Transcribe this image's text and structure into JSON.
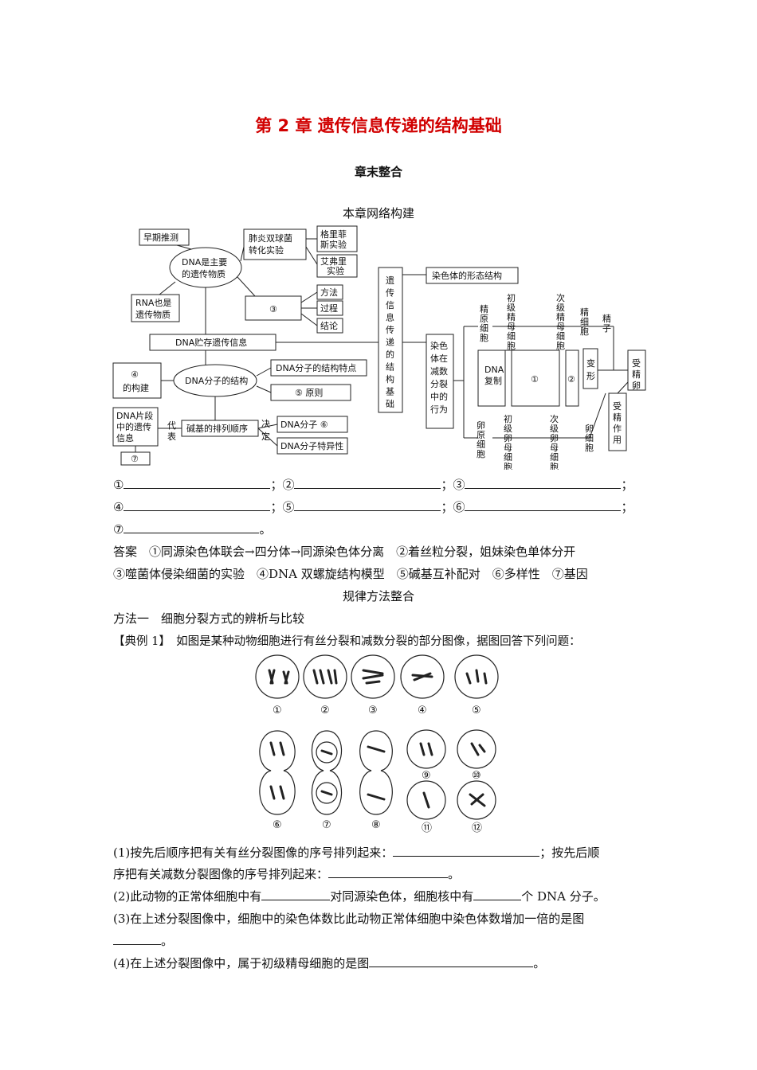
{
  "header": {
    "title": "第 2 章  遗传信息传递的结构基础",
    "subtitle": "章末整合",
    "network_heading": "本章网络构建",
    "method_heading": "规律方法整合"
  },
  "diagram": {
    "early": "早期推测",
    "dna_main": [
      "DNA是主要",
      "的遗传物质"
    ],
    "pneumo": [
      "肺炎双球菌",
      "转化实验"
    ],
    "griffith": [
      "格里菲",
      "斯实验"
    ],
    "avery": [
      "艾弗里",
      "实验"
    ],
    "rna": [
      "RNA也是",
      "遗传物质"
    ],
    "blank3": "③",
    "method": "方法",
    "process": "过程",
    "conclusion": "结论",
    "dna_store": "DNA贮存遗传信息",
    "blank4": [
      "④",
      "的构建"
    ],
    "dna_struct": "DNA分子的结构",
    "dna_feature": "DNA分子的结构特点",
    "blank5": "⑤  原则",
    "dna_fragment": [
      "DNA片段",
      "中的遗传",
      "信息"
    ],
    "blank7": "⑦",
    "represent": [
      "代",
      "表"
    ],
    "base_order": "碱基的排列顺序",
    "decide": [
      "决",
      "定"
    ],
    "dna_mol6": "DNA分子  ⑥",
    "dna_spec": "DNA分子特异性",
    "central": [
      "遗",
      "传",
      "信",
      "息",
      "传",
      "递",
      "的",
      "结",
      "构",
      "基",
      "础"
    ],
    "chrom_form": "染色体的形态结构",
    "meiosis_behav": [
      "染色",
      "体在",
      "减数",
      "分裂",
      "中的",
      "行为"
    ],
    "spermatogonia": [
      "精",
      "原",
      "细",
      "胞"
    ],
    "primary_sperm": [
      "初",
      "级",
      "精",
      "母",
      "细",
      "胞"
    ],
    "secondary_sperm": [
      "次",
      "级",
      "精",
      "母",
      "细",
      "胞"
    ],
    "spermatid": [
      "精",
      "细",
      "胞"
    ],
    "sperm": [
      "精",
      "子"
    ],
    "dna_copy": [
      "DNA",
      "复制"
    ],
    "blank1": "①",
    "blank2": "②",
    "deform": [
      "变",
      "形"
    ],
    "zygote": [
      "受",
      "精",
      "卵"
    ],
    "fertilize": [
      "受",
      "精",
      "作",
      "用"
    ],
    "oogonia": [
      "卵",
      "原",
      "细",
      "胞"
    ],
    "primary_oo": [
      "初",
      "级",
      "卵",
      "母",
      "细",
      "胞"
    ],
    "secondary_oo": [
      "次",
      "级",
      "卵",
      "母",
      "细",
      "胞"
    ],
    "egg": [
      "卵",
      "细",
      "胞"
    ]
  },
  "blanks_lines": {
    "b1": "①",
    "b2": "；②",
    "b3": "；③",
    "b4": "④",
    "b5": "；⑤",
    "b6": "；⑥",
    "b7": "⑦",
    "semi": "；",
    "end": "。"
  },
  "answer": {
    "line1": "答案　①同源染色体联会→四分体→同源染色体分离　②着丝粒分裂，姐妹染色单体分开",
    "line2": "③噬菌体侵染细菌的实验　④DNA 双螺旋结构模型　⑤碱基互补配对　⑥多样性　⑦基因"
  },
  "method1": "方法一　细胞分裂方式的辨析与比较",
  "example": "【典例 1】　如图是某种动物细胞进行有丝分裂和减数分裂的部分图像，据图回答下列问题：",
  "cells": {
    "labels": [
      "①",
      "②",
      "③",
      "④",
      "⑤",
      "⑥",
      "⑦",
      "⑧",
      "⑨",
      "⑩",
      "⑪",
      "⑫"
    ]
  },
  "questions": {
    "q1a": "(1)按先后顺序把有关有丝分裂图像的序号排列起来：",
    "q1b": "；按先后顺",
    "q1c": "序把有关减数分裂图像的序号排列起来：",
    "q2a": "(2)此动物的正常体细胞中有",
    "q2b": "对同源染色体，细胞核中有",
    "q2c": "个 DNA 分子。",
    "q3a": "(3)在上述分裂图像中，细胞中的染色体数比此动物正常体细胞中染色体数增加一倍的是图",
    "q4a": "(4)在上述分裂图像中，属于初级精母细胞的是图",
    "end": "。"
  }
}
